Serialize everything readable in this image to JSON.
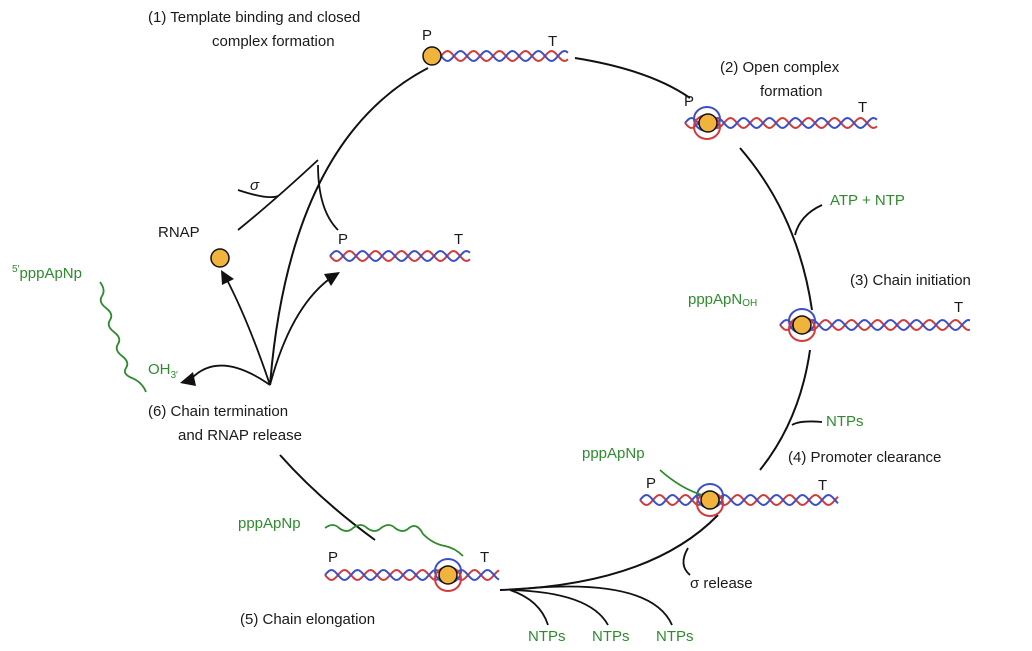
{
  "colors": {
    "strand_a": "#d23b3b",
    "strand_b": "#3b4fc8",
    "rnap": "#f0b43c",
    "rna": "#2e8b2e",
    "ink": "#111111"
  },
  "steps": {
    "s1": {
      "line1": "(1) Template binding and closed",
      "line2": "complex formation"
    },
    "s2": {
      "line1": "(2) Open complex",
      "line2": "formation"
    },
    "s3": {
      "line1": "(3) Chain initiation"
    },
    "s4": {
      "line1": "(4) Promoter clearance"
    },
    "s5": {
      "line1": "(5) Chain elongation"
    },
    "s6": {
      "line1": "(6) Chain termination",
      "line2": "and RNAP release"
    }
  },
  "labels": {
    "promoter": "P",
    "terminator": "T",
    "sigma": "σ",
    "sigma_release": "σ release",
    "rnap": "RNAP",
    "atp_ntp": "ATP + NTP",
    "ntps": "NTPs",
    "ppp_oh_main": "pppApN",
    "ppp_oh_sub": "OH",
    "ppp_apnp": "pppApNp",
    "five_prime": "5′",
    "three_prime": "3′",
    "oh": "OH"
  }
}
